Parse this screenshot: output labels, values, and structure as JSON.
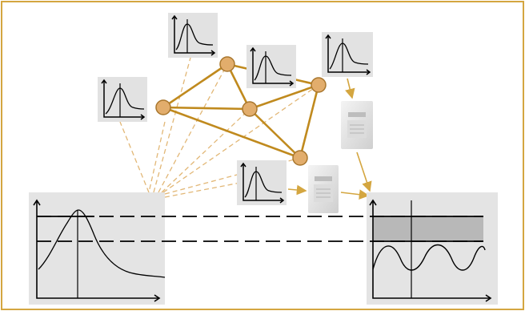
{
  "colors": {
    "frame": "#d4a640",
    "network_edge": "#c08a1e",
    "node_fill": "#e2ad6c",
    "node_stroke": "#a9772e",
    "dashed_link": "#e2b776",
    "panel_bg": "#e4e4e4",
    "small_panel_bg": "#e2e2e2",
    "curve": "#000000",
    "band_fill": "#b8b8b8",
    "meter_body": "#e9e9e9"
  },
  "diagram": {
    "network_nodes": [
      "node-1",
      "node-2",
      "node-3",
      "node-4",
      "node-5"
    ],
    "small_distribution_panels": 5,
    "meters": [
      "meter-top-right",
      "meter-bottom"
    ]
  }
}
